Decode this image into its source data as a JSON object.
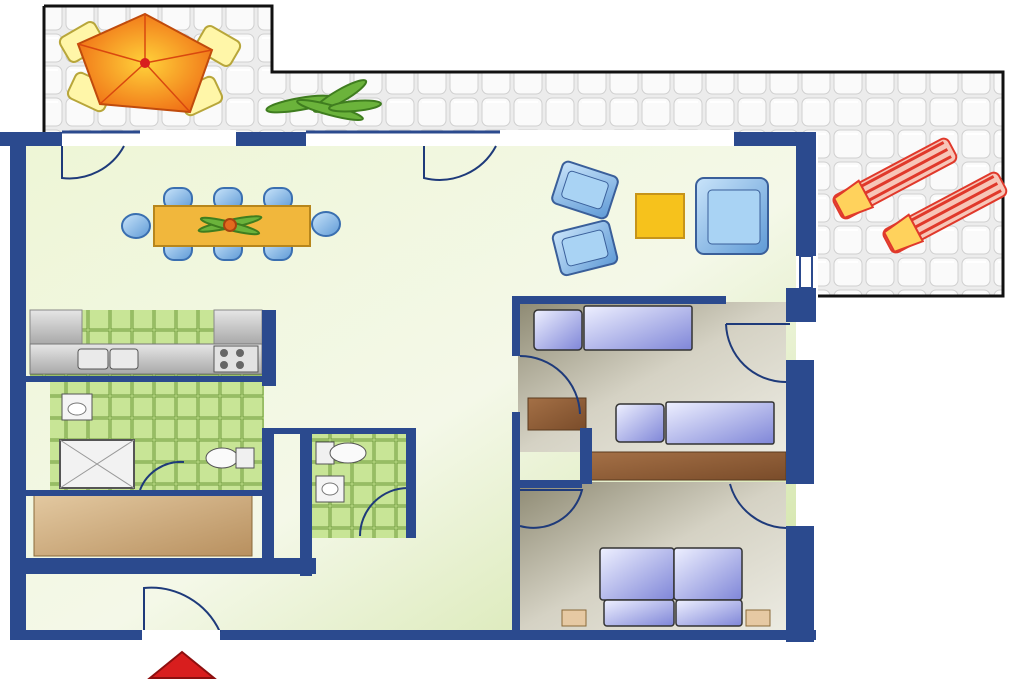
{
  "plan": {
    "colors": {
      "wall": "#2b4a8e",
      "floor_main": "#e8f2c8",
      "bedroom_floor": "#b7b3a0",
      "tile_green": "#b9dc7c",
      "terrace_tile": "#ededed",
      "furniture_blue": "#7fb5e6",
      "wood": "#cfae82",
      "entrance_marker": "#d81e1e"
    },
    "icons": {
      "entrance": "triangle-up",
      "umbrella": "parasol",
      "plant": "plant"
    }
  }
}
